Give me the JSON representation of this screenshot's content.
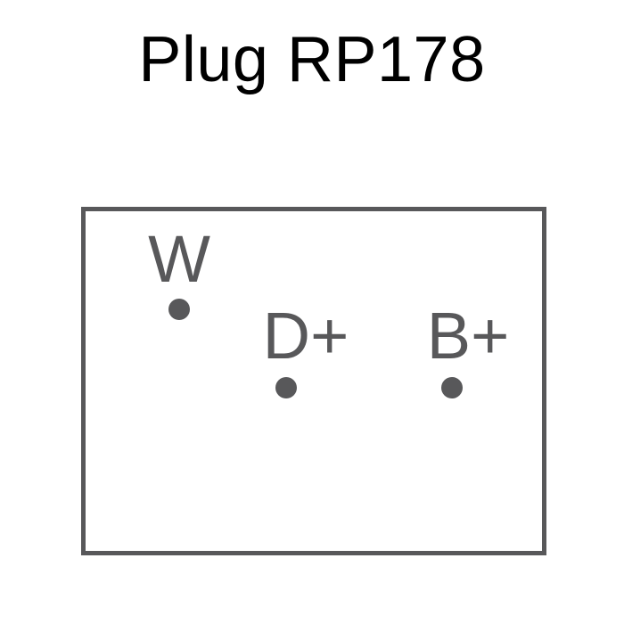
{
  "title": "Plug RP178",
  "colors": {
    "outline": "#58585a",
    "pin": "#58585a",
    "title": "#000000"
  },
  "pins": [
    {
      "label": "W"
    },
    {
      "label": "D+"
    },
    {
      "label": "B+"
    }
  ]
}
